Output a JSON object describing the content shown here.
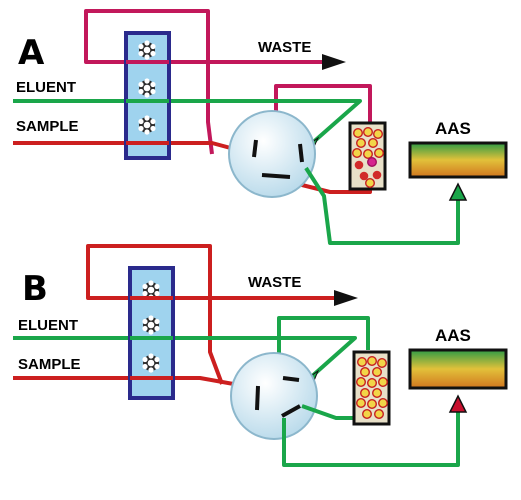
{
  "panels": [
    {
      "letter": "A",
      "waste_label": "WASTE",
      "eluent_label": "ELUENT",
      "sample_label": "SAMPLE",
      "detector_label": "AAS",
      "valve_position": "load",
      "arrow_to_detector_color": "#1aa64a"
    },
    {
      "letter": "B",
      "waste_label": "WASTE",
      "eluent_label": "ELUENT",
      "sample_label": "SAMPLE",
      "detector_label": "AAS",
      "valve_position": "inject",
      "arrow_to_detector_color": "#c8102e"
    }
  ],
  "colors": {
    "sample_line": "#cc1f1f",
    "eluent_line": "#1aa64a",
    "waste_line": "#c2185b",
    "pump_frame": "#2a2a8c",
    "pump_fill": "#9fd3ee",
    "valve_fill": "#d6eaf5",
    "detector_fill_top": "#2e9b45",
    "detector_fill_mid": "#e2c13a",
    "detector_fill_bottom": "#d1761f"
  },
  "icons": [
    "pump-roller-icon",
    "six-port-valve-icon",
    "sorbent-column-icon",
    "flow-arrow-icon"
  ]
}
